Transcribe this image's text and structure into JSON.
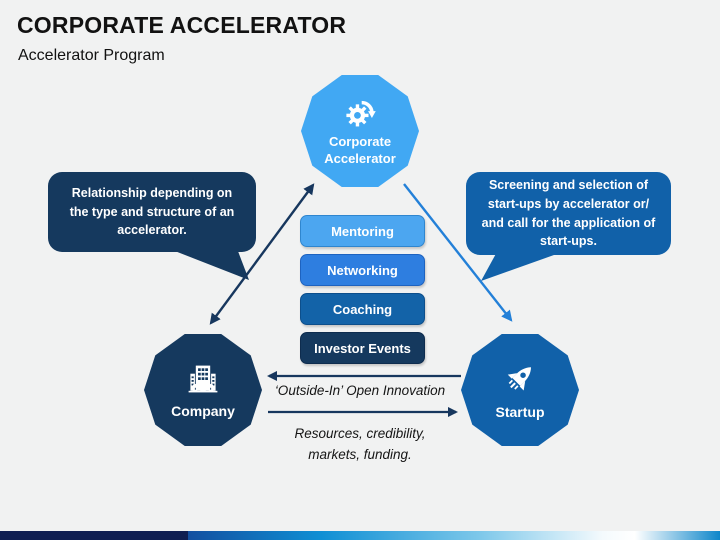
{
  "slide": {
    "title": "CORPORATE ACCELERATOR",
    "subtitle": "Accelerator Program"
  },
  "nodes": {
    "corporate_accelerator": {
      "label": "Corporate Accelerator",
      "icon": "gear-sync-icon",
      "fill": "#41A8F3"
    },
    "company": {
      "label": "Company",
      "icon": "office-building-icon",
      "fill": "#15395E"
    },
    "startup": {
      "label": "Startup",
      "icon": "rocket-icon",
      "fill": "#1161A9"
    }
  },
  "services": [
    {
      "label": "Mentoring",
      "fill": "#4CA6F0",
      "border": "#2F86CF"
    },
    {
      "label": "Networking",
      "fill": "#2E7EE0",
      "border": "#1E63C0"
    },
    {
      "label": "Coaching",
      "fill": "#1363A8",
      "border": "#0D4F8C"
    },
    {
      "label": "Investor Events",
      "fill": "#15395E",
      "border": "#0E2C4E"
    }
  ],
  "callouts": {
    "left": {
      "text": "Relationship depending on the type and structure of an accelerator.",
      "fill": "#15395E"
    },
    "right": {
      "text": "Screening and selection of start-ups by accelerator or/ and call for the application of start-ups.",
      "fill": "#1161A9"
    }
  },
  "flows": {
    "outside_in": "‘Outside-In’ Open Innovation",
    "resources_line1": "Resources, credibility,",
    "resources_line2": "markets, funding."
  },
  "colors": {
    "background": "#F1F2F2",
    "arrow_dark": "#17375E",
    "arrow_blue": "#2380D8",
    "footer_navy": "#0F1E52",
    "footer_blue": "#0D86CA",
    "text": "#121212"
  }
}
